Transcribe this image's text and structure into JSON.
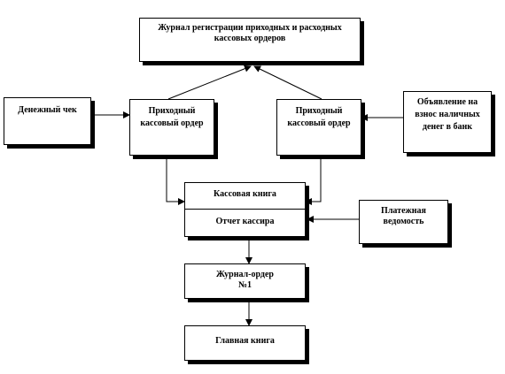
{
  "nodes": {
    "journal_registration": "Журнал регистрации приходных и расходных кассовых ордеров",
    "money_check": "Денежный чек",
    "receipt_order_left": "Приходный кассовый ордер",
    "receipt_order_right": "Приходный кассовый ордер",
    "cash_deposit_notice": "Объявление на взнос наличных денег в банк",
    "cash_book": "Кассовая книга",
    "cashier_report": "Отчет кассира",
    "payment_statement": "Платежная ведомость",
    "journal_order_1": "Журнал-ордер №1",
    "general_ledger": "Главная книга"
  }
}
